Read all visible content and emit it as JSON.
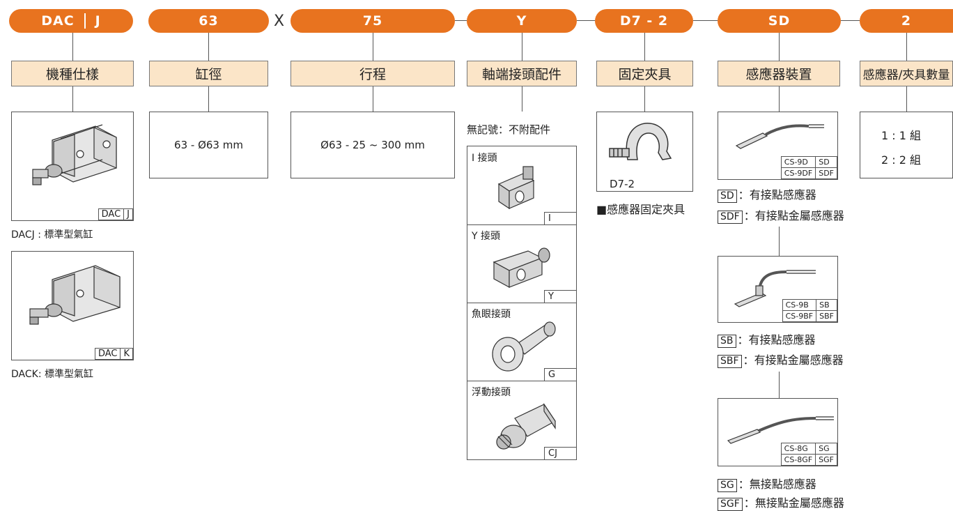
{
  "pills": {
    "model_a": "DAC",
    "model_b": "J",
    "bore": "63",
    "times": "X",
    "stroke": "75",
    "rod": "Y",
    "mount": "D7 - 2",
    "sensor": "SD",
    "qty": "2"
  },
  "headers": {
    "model": "機種仕樣",
    "bore": "缸徑",
    "stroke": "行程",
    "rod": "軸端接頭配件",
    "mount": "固定夾具",
    "sensor": "感應器裝置",
    "qty": "感應器/夾具數量"
  },
  "model": {
    "j_code_a": "DAC",
    "j_code_b": "J",
    "j_caption": "DACJ : 標準型氣缸",
    "k_code_a": "DAC",
    "k_code_b": "K",
    "k_caption": "DACK: 標準型氣缸"
  },
  "bore": {
    "value": "63 - Ø63   mm"
  },
  "stroke": {
    "value": "Ø63 - 25 ~ 300  mm"
  },
  "rod": {
    "none_note": "無記號：不附配件",
    "items": [
      {
        "label": "I 接頭",
        "code": "I"
      },
      {
        "label": "Y 接頭",
        "code": "Y"
      },
      {
        "label": "魚眼接頭",
        "code": "G"
      },
      {
        "label": "浮動接頭",
        "code": "CJ"
      }
    ]
  },
  "mount": {
    "code": "D7-2",
    "caption": "■感應器固定夾具"
  },
  "sensor": {
    "groups": [
      {
        "model1": "CS-9D",
        "code1": "SD",
        "model2": "CS-9DF",
        "code2": "SDF",
        "desc1": "有接點感應器",
        "desc2": "有接點金屬感應器"
      },
      {
        "model1": "CS-9B",
        "code1": "SB",
        "model2": "CS-9BF",
        "code2": "SBF",
        "desc1": "有接點感應器",
        "desc2": "有接點金屬感應器"
      },
      {
        "model1": "CS-8G",
        "code1": "SG",
        "model2": "CS-8GF",
        "code2": "SGF",
        "desc1": "無接點感應器",
        "desc2": "無接點金屬感應器"
      }
    ],
    "colon": "："
  },
  "qty": {
    "line1": "1 : 1  組",
    "line2": "2 : 2  組"
  },
  "colors": {
    "pill": "#e8731f",
    "header_fill": "#fbe5c8"
  }
}
